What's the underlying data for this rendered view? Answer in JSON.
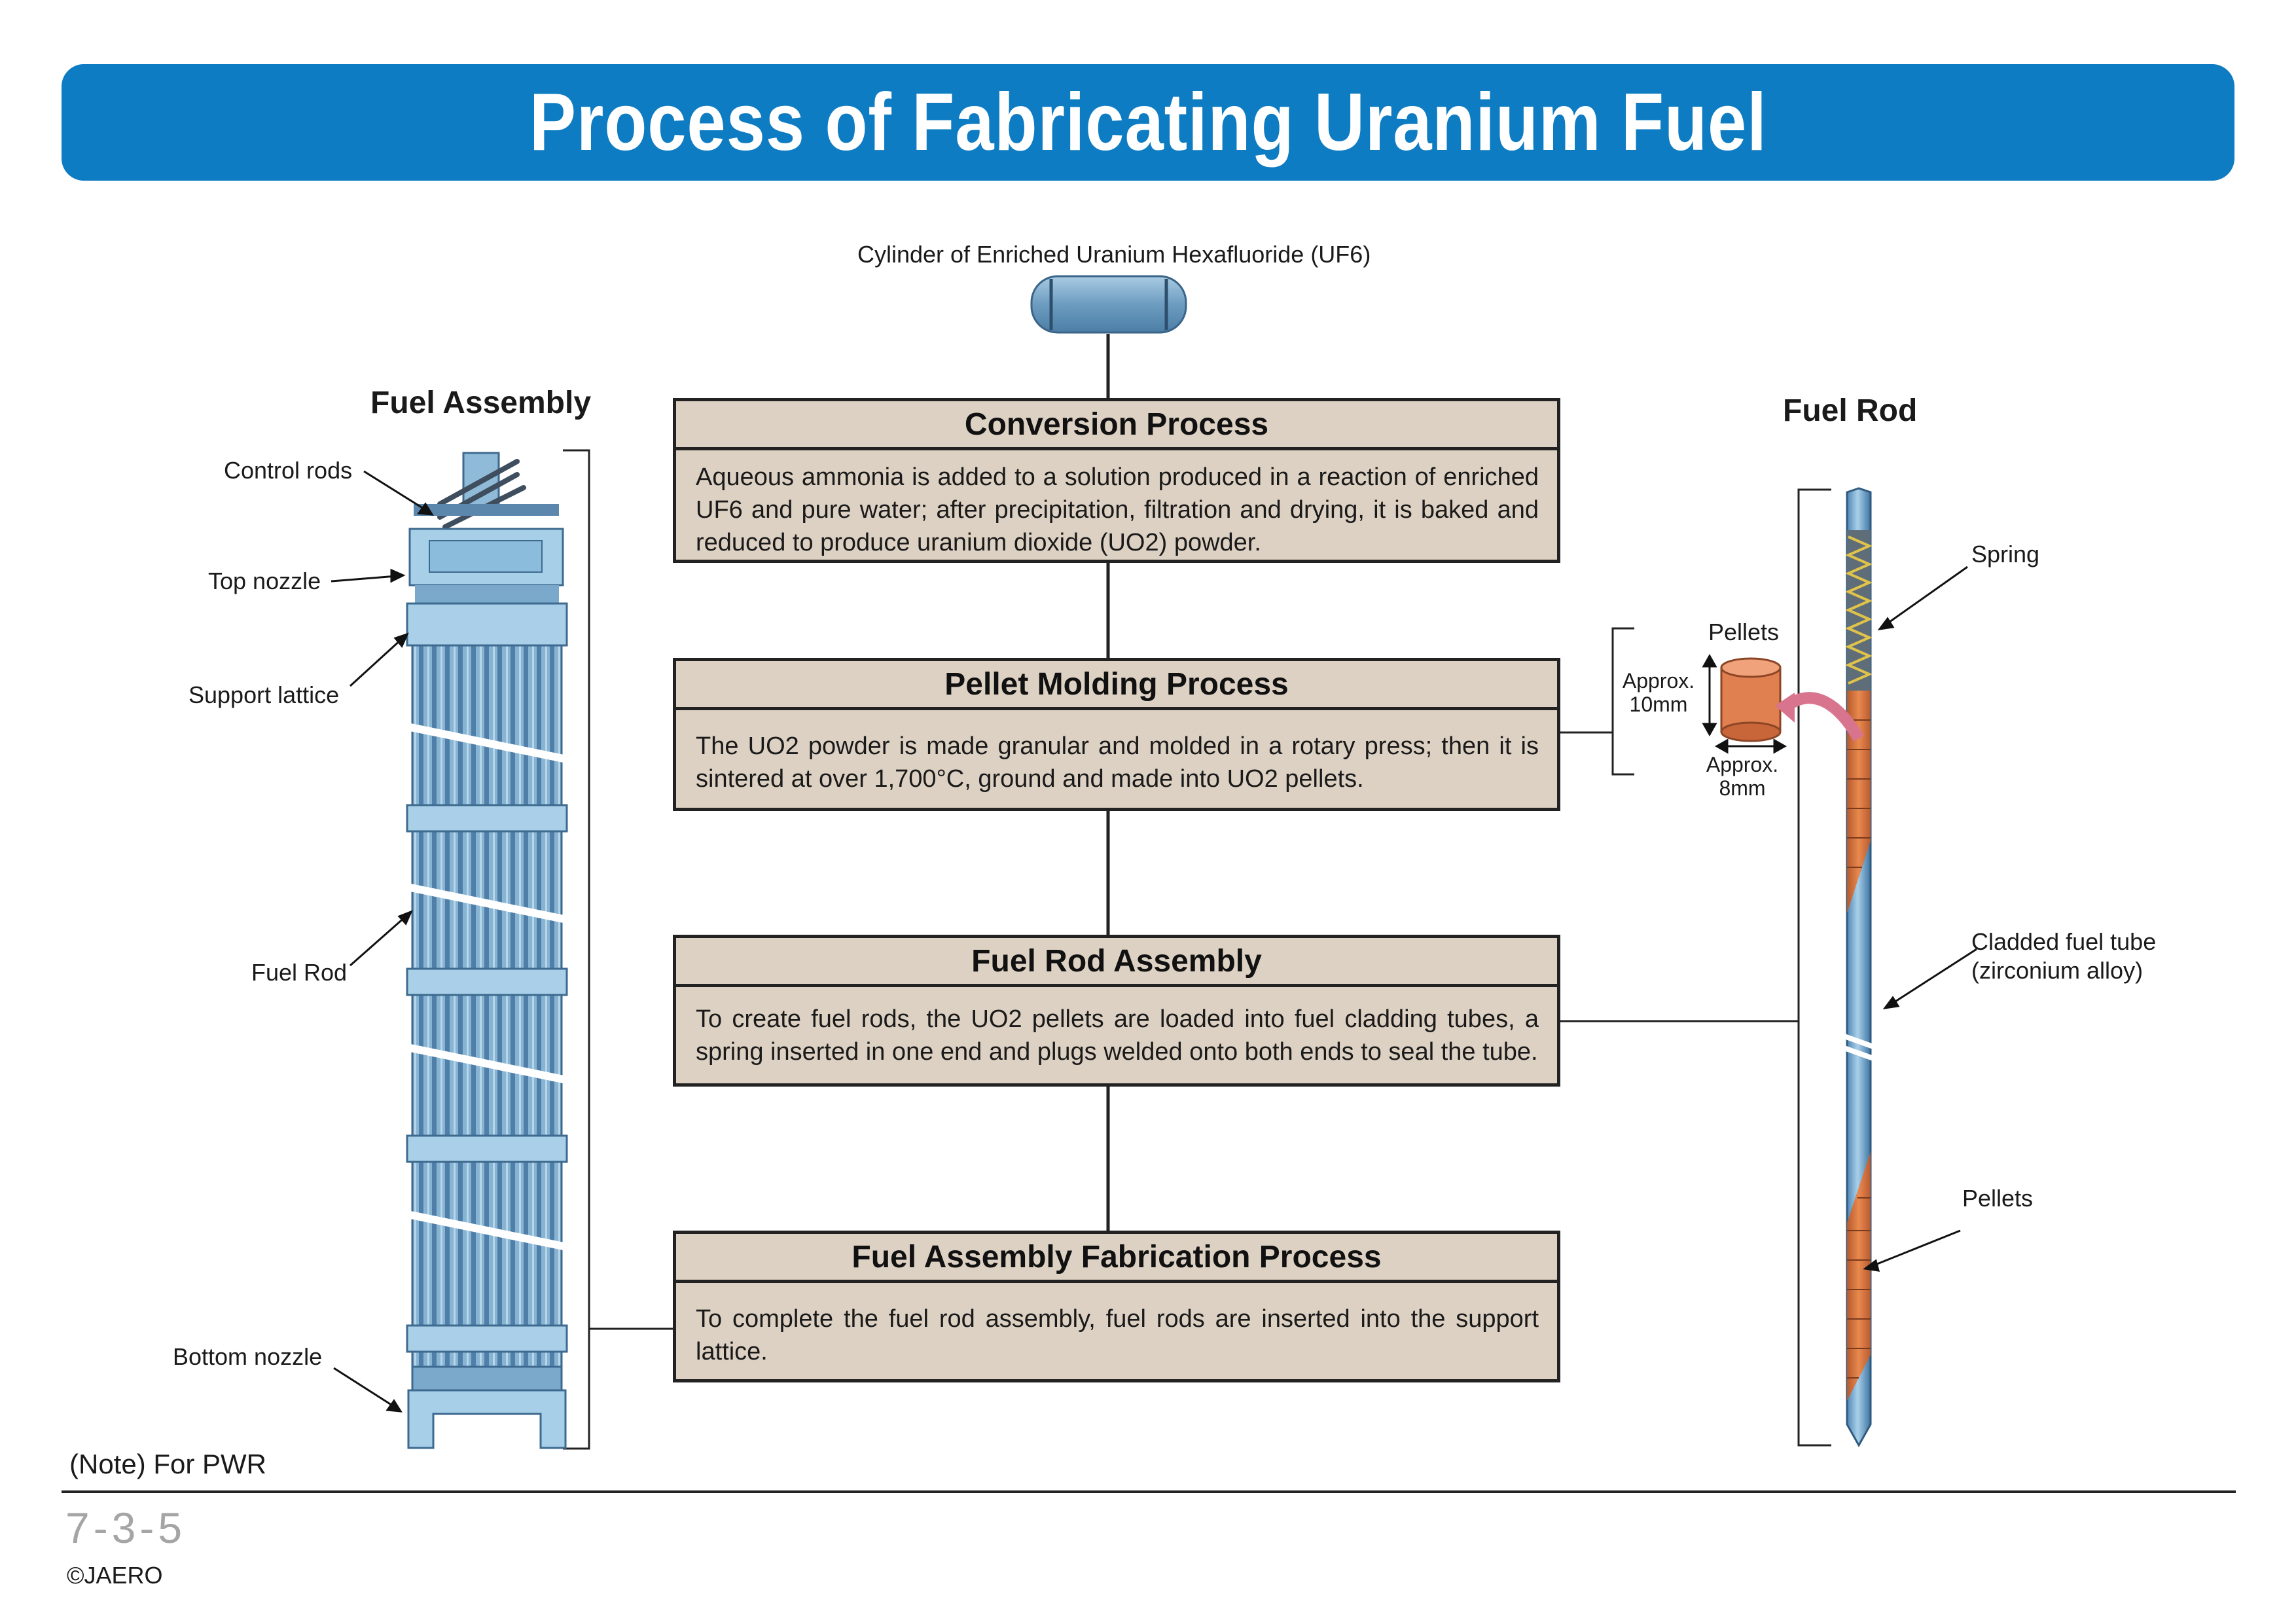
{
  "title": "Process of Fabricating Uranium Fuel",
  "cylinder_label": "Cylinder of Enriched Uranium Hexafluoride (UF6)",
  "fuel_assembly": {
    "heading": "Fuel Assembly",
    "labels": {
      "control_rods": "Control rods",
      "top_nozzle": "Top nozzle",
      "support_lattice": "Support lattice",
      "fuel_rod": "Fuel Rod",
      "bottom_nozzle": "Bottom nozzle"
    }
  },
  "fuel_rod": {
    "heading": "Fuel Rod",
    "labels": {
      "spring": "Spring",
      "cladded_tube_line1": "Cladded fuel tube",
      "cladded_tube_line2": "(zirconium alloy)",
      "pellets": "Pellets"
    }
  },
  "pellet_detail": {
    "label": "Pellets",
    "height_line1": "Approx.",
    "height_line2": "10mm",
    "width_line1": "Approx.",
    "width_line2": "8mm"
  },
  "processes": [
    {
      "title": "Conversion Process",
      "text": "Aqueous ammonia is added to a solution produced in a reaction of enriched UF6 and pure water; after precipitation, filtration and drying, it is baked and reduced to produce uranium dioxide (UO2) powder."
    },
    {
      "title": "Pellet Molding Process",
      "text": "The UO2 powder is made granular and molded in a rotary press; then it is sintered at over 1,700°C, ground and made into UO2 pellets."
    },
    {
      "title": "Fuel Rod Assembly",
      "text": "To create fuel rods, the UO2 pellets are loaded into fuel cladding tubes, a spring inserted in one end and plugs welded onto both ends to seal the tube."
    },
    {
      "title": "Fuel Assembly Fabrication Process",
      "text": "To complete the fuel rod assembly, fuel rods are inserted into the support lattice."
    }
  ],
  "note": "(Note) For PWR",
  "page_number": "7-3-5",
  "copyright": "©JAERO",
  "colors": {
    "banner": "#0e7cc2",
    "box_fill": "#ddd1c3",
    "rod_blue": "#7fb3d5",
    "pellet_orange": "#d9784a",
    "arrow_pink": "#d9748f"
  }
}
